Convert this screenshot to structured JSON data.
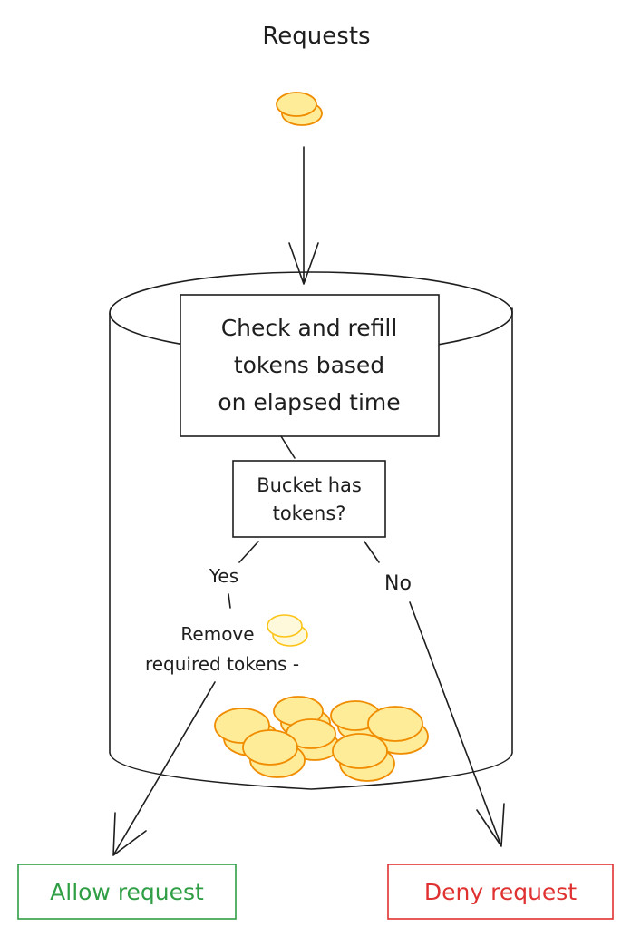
{
  "title": "Requests",
  "check_box": {
    "lines": [
      "Check and refill",
      "tokens based",
      "on elapsed time"
    ]
  },
  "decision_box": {
    "lines": [
      "Bucket has",
      "tokens?"
    ]
  },
  "yes_label": "Yes",
  "no_label": "No",
  "remove_label": {
    "lines": [
      "Remove",
      "required tokens -"
    ]
  },
  "allow_box": {
    "label": "Allow request",
    "color": "#2f9e44"
  },
  "deny_box": {
    "label": "Deny request",
    "color": "#e03131"
  },
  "colors": {
    "coin_fill": "#ffec99",
    "coin_stroke": "#f08c00",
    "line": "#1e1e1e"
  }
}
